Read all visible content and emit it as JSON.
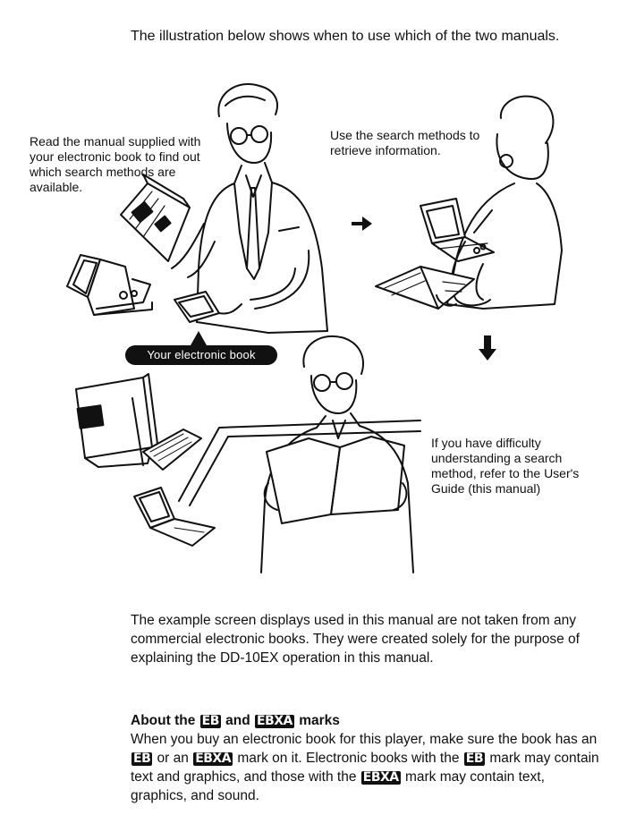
{
  "intro": "The illustration below shows when to use which of the two manuals.",
  "captions": {
    "left": "Read the manual supplied with your electronic book to find out which search methods are available.",
    "right": "Use the search methods to retrieve information.",
    "bottom": "If you have difficulty understanding a search method, refer to the User's Guide (this manual)",
    "book_label": "Your electronic book"
  },
  "paragraph": "The example screen displays used in this manual are not taken from any commercial electronic books. They were created solely for the purpose of explaining the DD-10EX operation in this manual.",
  "about": {
    "heading_prefix": "About the ",
    "mark_eb": "EB",
    "heading_and": " and ",
    "mark_ebxa": "EBXA",
    "heading_suffix": " marks",
    "text_1": "When you buy an electronic book for this player, make sure the book has an ",
    "text_2": " or an ",
    "text_3": " mark on it. Electronic books with the ",
    "text_4": " mark may contain text and graphics, and those with the ",
    "text_5": " mark may contain text, graphics, and sound."
  },
  "icons": {
    "arrow_right": "arrow-right-icon",
    "arrow_down": "arrow-down-icon"
  },
  "colors": {
    "ink": "#111111",
    "paper": "#ffffff"
  }
}
